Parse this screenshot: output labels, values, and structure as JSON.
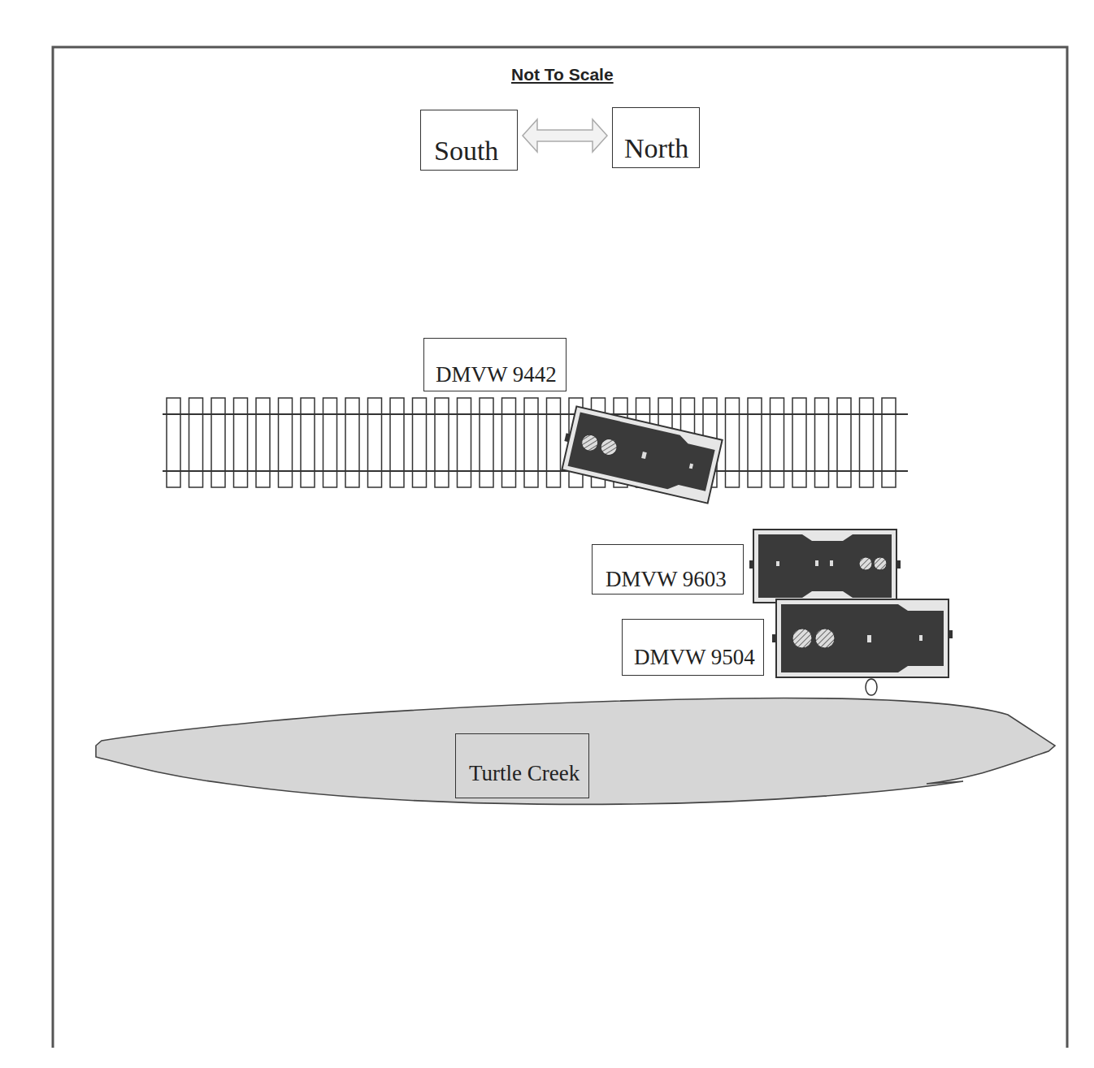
{
  "diagram": {
    "nodes": [
      {
        "text": [
          "South"
        ]
      },
      {
        "text": [
          "North"
        ]
      },
      {
        "text": [
          "DMVW 9442"
        ]
      },
      {
        "text": [
          "DMVW 9603"
        ]
      },
      {
        "text": [
          "DMVW 9504"
        ]
      },
      {
        "text": [
          "Turtle Creek"
        ]
      }
    ],
    "edges": [
      {
        "from": 0,
        "to": 1,
        "arrow": "both"
      }
    ],
    "labels": [
      "Not To Scale"
    ]
  }
}
